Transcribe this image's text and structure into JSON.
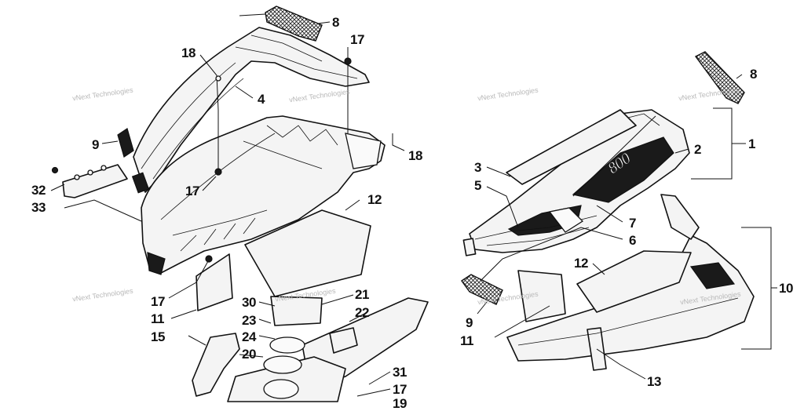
{
  "watermark": "vNext Technologies",
  "callouts": {
    "c8a": "8",
    "c17a": "17",
    "c18a": "18",
    "c4": "4",
    "c9a": "9",
    "c18b": "18",
    "c32": "32",
    "c33": "33",
    "c17b": "17",
    "c12a": "12",
    "c17c": "17",
    "c11a": "11",
    "c30": "30",
    "c21": "21",
    "c23": "23",
    "c22": "22",
    "c15": "15",
    "c24": "24",
    "c20": "20",
    "c31": "31",
    "c17d": "17",
    "c19": "19",
    "c8b": "8",
    "c2": "2",
    "c1": "1",
    "c3": "3",
    "c5": "5",
    "c7": "7",
    "c6": "6",
    "c12b": "12",
    "c10": "10",
    "c9b": "9",
    "c11b": "11",
    "c13": "13"
  },
  "graphic_text": "800"
}
